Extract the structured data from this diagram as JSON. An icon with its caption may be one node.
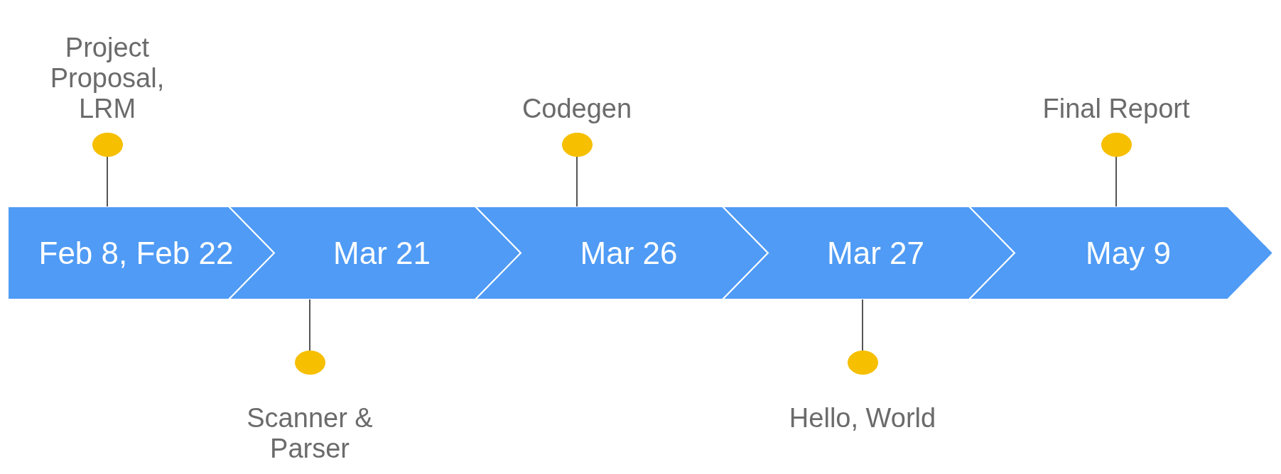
{
  "diagram": {
    "nodes": [
      {
        "text": [
          "Feb 8, Feb 22"
        ]
      },
      {
        "text": [
          "Mar 21"
        ]
      },
      {
        "text": [
          "Mar 26"
        ]
      },
      {
        "text": [
          "Mar 27"
        ]
      },
      {
        "text": [
          "May 9"
        ]
      },
      {
        "text": [],
        "shape": "circle",
        "beside": [
          "Project Proposal, LRM"
        ]
      },
      {
        "text": [],
        "shape": "circle",
        "beside": [
          "Scanner & Parser"
        ]
      },
      {
        "text": [],
        "shape": "circle",
        "beside": [
          "Codegen"
        ]
      },
      {
        "text": [],
        "shape": "circle",
        "beside": [
          "Hello, World"
        ]
      },
      {
        "text": [],
        "shape": "circle",
        "beside": [
          "Final Report"
        ]
      }
    ],
    "edges": [
      {
        "from": 5,
        "to": 0,
        "arrow": "none"
      },
      {
        "from": 6,
        "to": 1,
        "arrow": "none"
      },
      {
        "from": 7,
        "to": 2,
        "arrow": "none"
      },
      {
        "from": 8,
        "to": 3,
        "arrow": "none"
      },
      {
        "from": 9,
        "to": 4,
        "arrow": "none"
      }
    ]
  }
}
